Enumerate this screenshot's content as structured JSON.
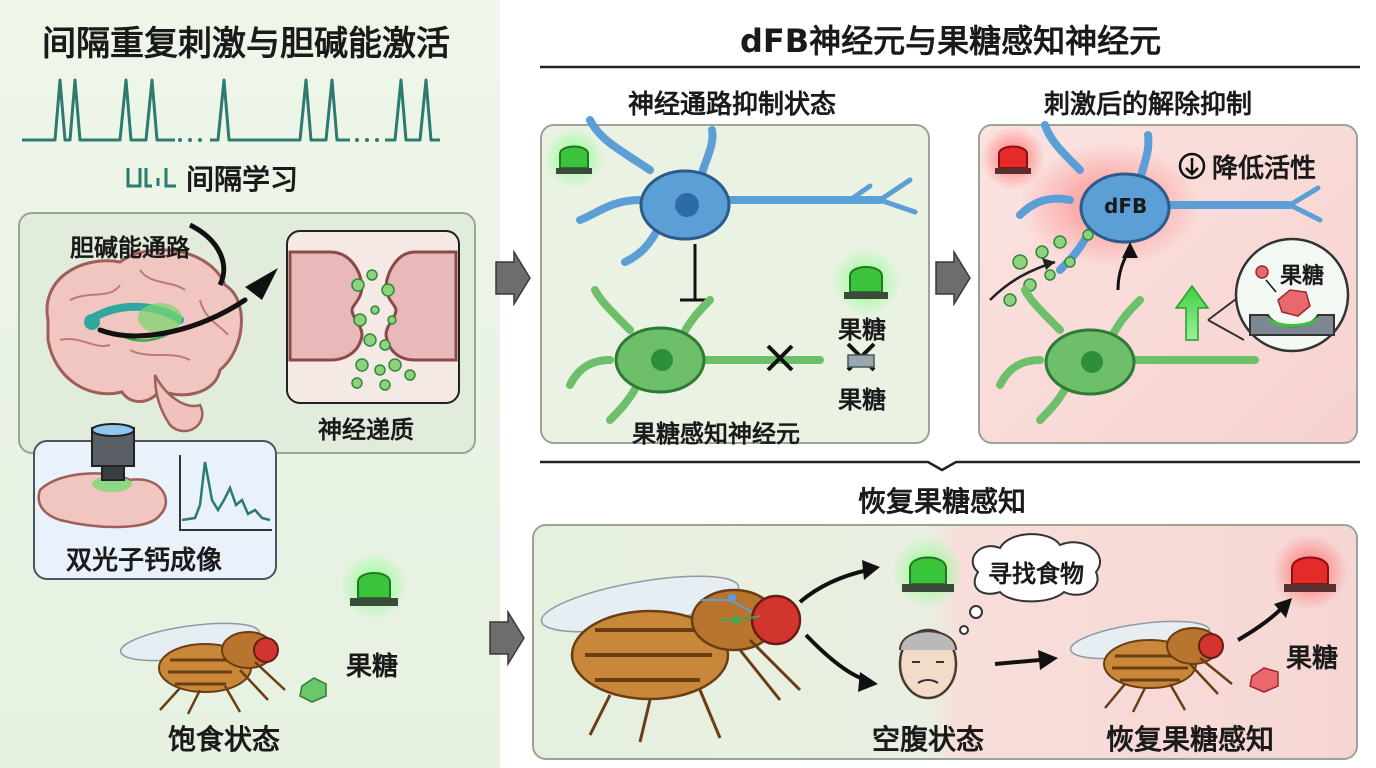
{
  "left": {
    "title": "间隔重复刺激与胆碱能激活",
    "spaced_learning_label": "间隔学习",
    "cholinergic_label": "胆碱能通路",
    "neurotransmitter_label": "神经递质",
    "imaging_label": "双光子钙成像",
    "fructose_label": "果糖",
    "satiated_label": "饱食状态"
  },
  "right": {
    "title": "dFB神经元与果糖感知神经元",
    "inhibited_title": "神经通路抑制状态",
    "disinhibited_title": "刺激后的解除抑制",
    "sensing_neuron_label": "果糖感知神经元",
    "fructose_label_a": "果糖",
    "fructose_label_b": "果糖",
    "reduced_activity_label": "降低活性",
    "dfb_label": "dFB",
    "receptor_fructose_label": "果糖",
    "restore_title": "恢复果糖感知",
    "seek_food_label": "寻找食物",
    "hungry_label": "空腹状态",
    "restored_label": "恢复果糖感知",
    "restored_fructose_label": "果糖"
  },
  "colors": {
    "green_indicator": "#3cc33c",
    "red_indicator": "#e52a2a",
    "neuron_blue": "#5b9fd6",
    "neuron_green": "#6dbf6a",
    "neurotransmitter": "#8fd27e"
  }
}
